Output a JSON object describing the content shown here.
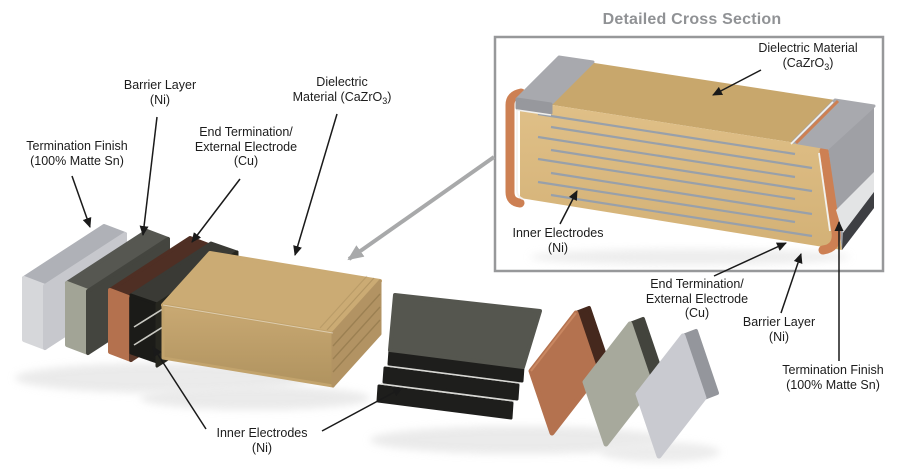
{
  "cross_section": {
    "title": "Detailed Cross Section",
    "labels": {
      "dielectric": {
        "line1": "Dielectric Material",
        "line2_pre": "(CaZrO",
        "line2_sub": "3",
        "line2_post": ")"
      },
      "inner_electrodes": {
        "line1": "Inner Electrodes",
        "line2": "(Ni)"
      },
      "end_termination": {
        "line1": "End Termination/",
        "line2": "External Electrode",
        "line3": "(Cu)"
      },
      "barrier_layer": {
        "line1": "Barrier Layer",
        "line2": "(Ni)"
      },
      "termination_finish": {
        "line1": "Termination Finish",
        "line2": "(100% Matte Sn)"
      }
    }
  },
  "exploded_view": {
    "labels": {
      "termination_finish": {
        "line1": "Termination Finish",
        "line2": "(100% Matte Sn)"
      },
      "barrier_layer": {
        "line1": "Barrier Layer",
        "line2": "(Ni)"
      },
      "end_termination": {
        "line1": "End Termination/",
        "line2": "External Electrode",
        "line3": "(Cu)"
      },
      "dielectric": {
        "line1": "Dielectric",
        "line2_pre": "Material (CaZrO",
        "line2_sub": "3",
        "line2_post": ")"
      },
      "inner_electrodes": {
        "line1": "Inner Electrodes",
        "line2": "(Ni)"
      }
    }
  },
  "colors": {
    "copper": "#b4724f",
    "copper_dark": "#5a3729",
    "tin_finish": "#c7c8cd",
    "nickel_barrier": "#a2a496",
    "nickel_barrier_dark": "#44453f",
    "dielectric_tan_top": "#cbab74",
    "dielectric_tan_front": "#c4a46d",
    "panel_body_front": "#dcba7f",
    "panel_body_top": "#c8a76c",
    "electrode_dark": "#26261f",
    "electrode_line_gray": "#98a0aa",
    "panel_border": "#97989a",
    "arrow_black": "#1a1a1a",
    "arrow_gray": "#a8a9aa"
  }
}
